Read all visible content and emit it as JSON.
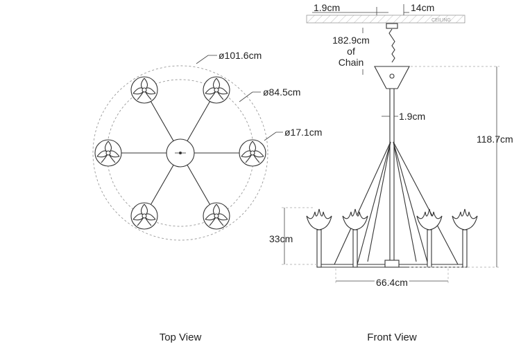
{
  "top_view": {
    "caption": "Top View",
    "diameter_outer": "ø101.6cm",
    "diameter_inner": "ø84.5cm",
    "diameter_cup": "ø17.1cm"
  },
  "front_view": {
    "caption": "Front View",
    "ceiling_label": "CEILING",
    "rod_width_top": "1.9cm",
    "canopy_width": "14cm",
    "chain_length": "182.9cm",
    "chain_of": "of",
    "chain_word": "Chain",
    "rod_width": "1.9cm",
    "overall_height": "118.7cm",
    "arm_height": "33cm",
    "arm_span": "66.4cm"
  }
}
